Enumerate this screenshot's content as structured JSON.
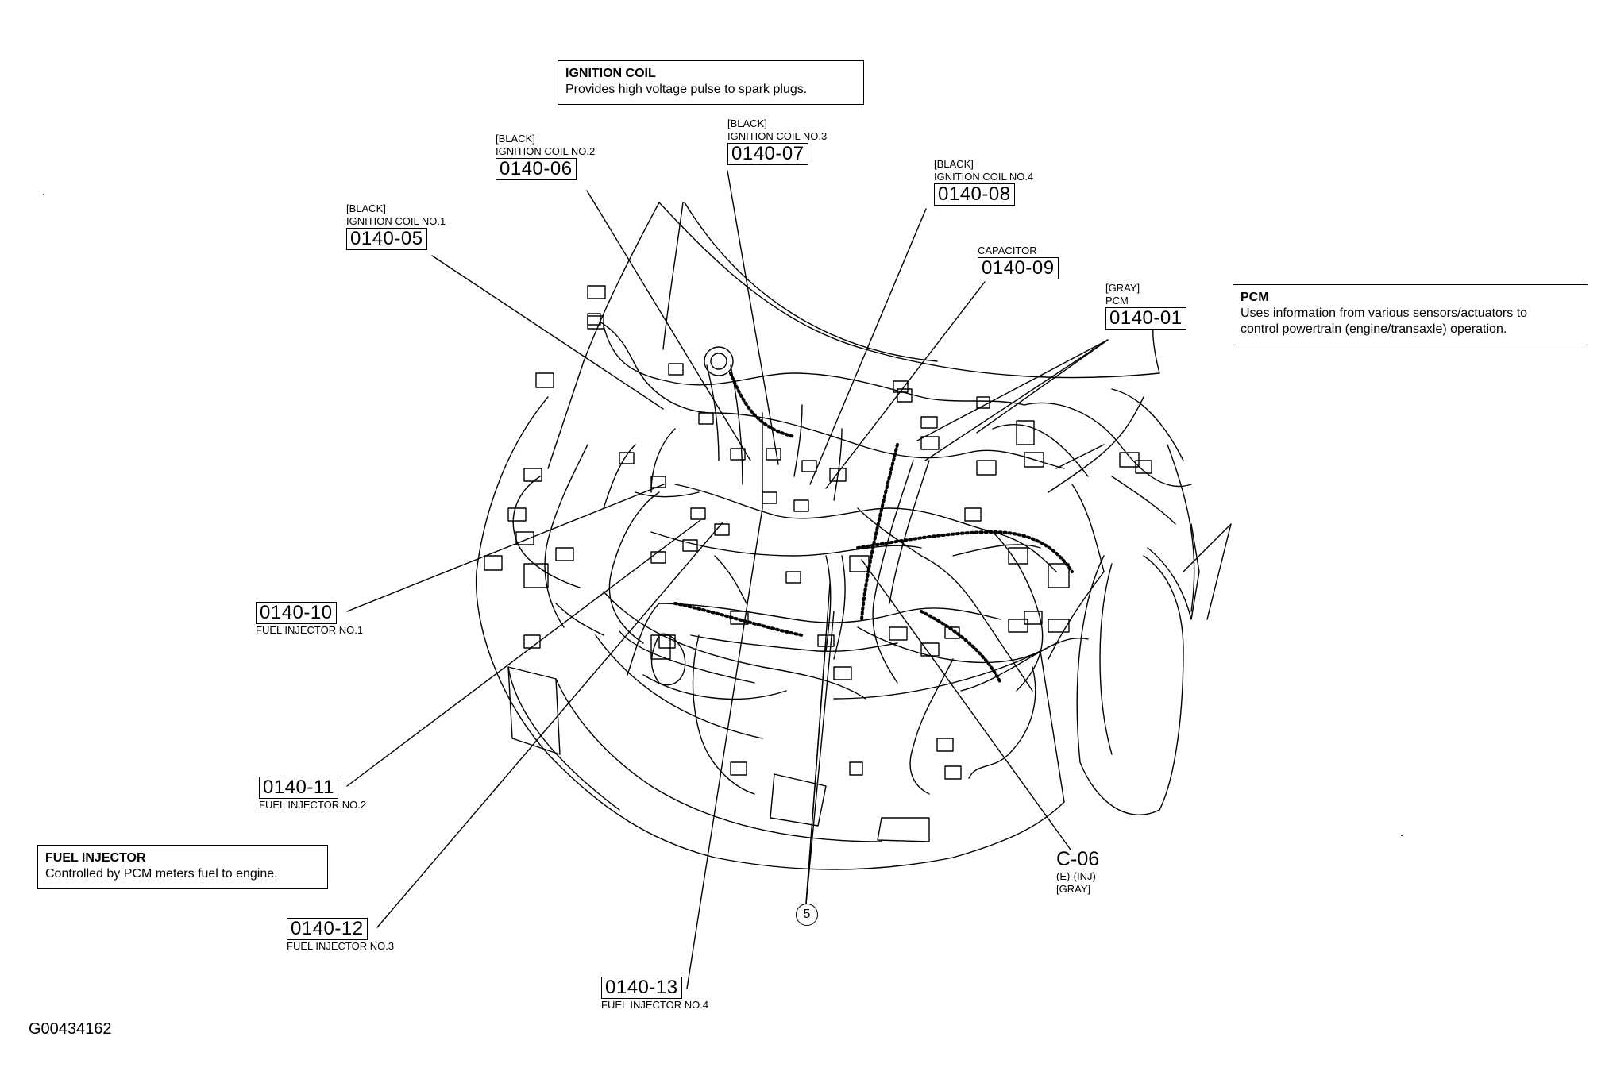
{
  "info_boxes": {
    "ignition_coil": {
      "title": "IGNITION COIL",
      "desc": "Provides high voltage pulse to spark plugs."
    },
    "pcm": {
      "title": "PCM",
      "desc_line1": "Uses information from various sensors/actuators to",
      "desc_line2": "control powertrain (engine/transaxle) operation."
    },
    "fuel_injector": {
      "title": "FUEL INJECTOR",
      "desc": "Controlled by PCM meters fuel to engine."
    }
  },
  "callouts": {
    "c0140_05": {
      "color": "[BLACK]",
      "name": "IGNITION COIL NO.1",
      "code": "0140-05"
    },
    "c0140_06": {
      "color": "[BLACK]",
      "name": "IGNITION COIL NO.2",
      "code": "0140-06"
    },
    "c0140_07": {
      "color": "[BLACK]",
      "name": "IGNITION COIL NO.3",
      "code": "0140-07"
    },
    "c0140_08": {
      "color": "[BLACK]",
      "name": "IGNITION COIL NO.4",
      "code": "0140-08"
    },
    "c0140_09": {
      "name": "CAPACITOR",
      "code": "0140-09"
    },
    "c0140_01": {
      "color": "[GRAY]",
      "name": "PCM",
      "code": "0140-01"
    },
    "c0140_10": {
      "code": "0140-10",
      "name": "FUEL INJECTOR NO.1"
    },
    "c0140_11": {
      "code": "0140-11",
      "name": "FUEL INJECTOR NO.2"
    },
    "c0140_12": {
      "code": "0140-12",
      "name": "FUEL INJECTOR NO.3"
    },
    "c0140_13": {
      "code": "0140-13",
      "name": "FUEL INJECTOR NO.4"
    }
  },
  "connector_c06": {
    "code": "C-06",
    "line1": "(E)-(INJ)",
    "line2": "[GRAY]"
  },
  "ground_marker": "5",
  "figure_id": "G00434162",
  "colors": {
    "ink": "#000000",
    "background": "#ffffff"
  }
}
